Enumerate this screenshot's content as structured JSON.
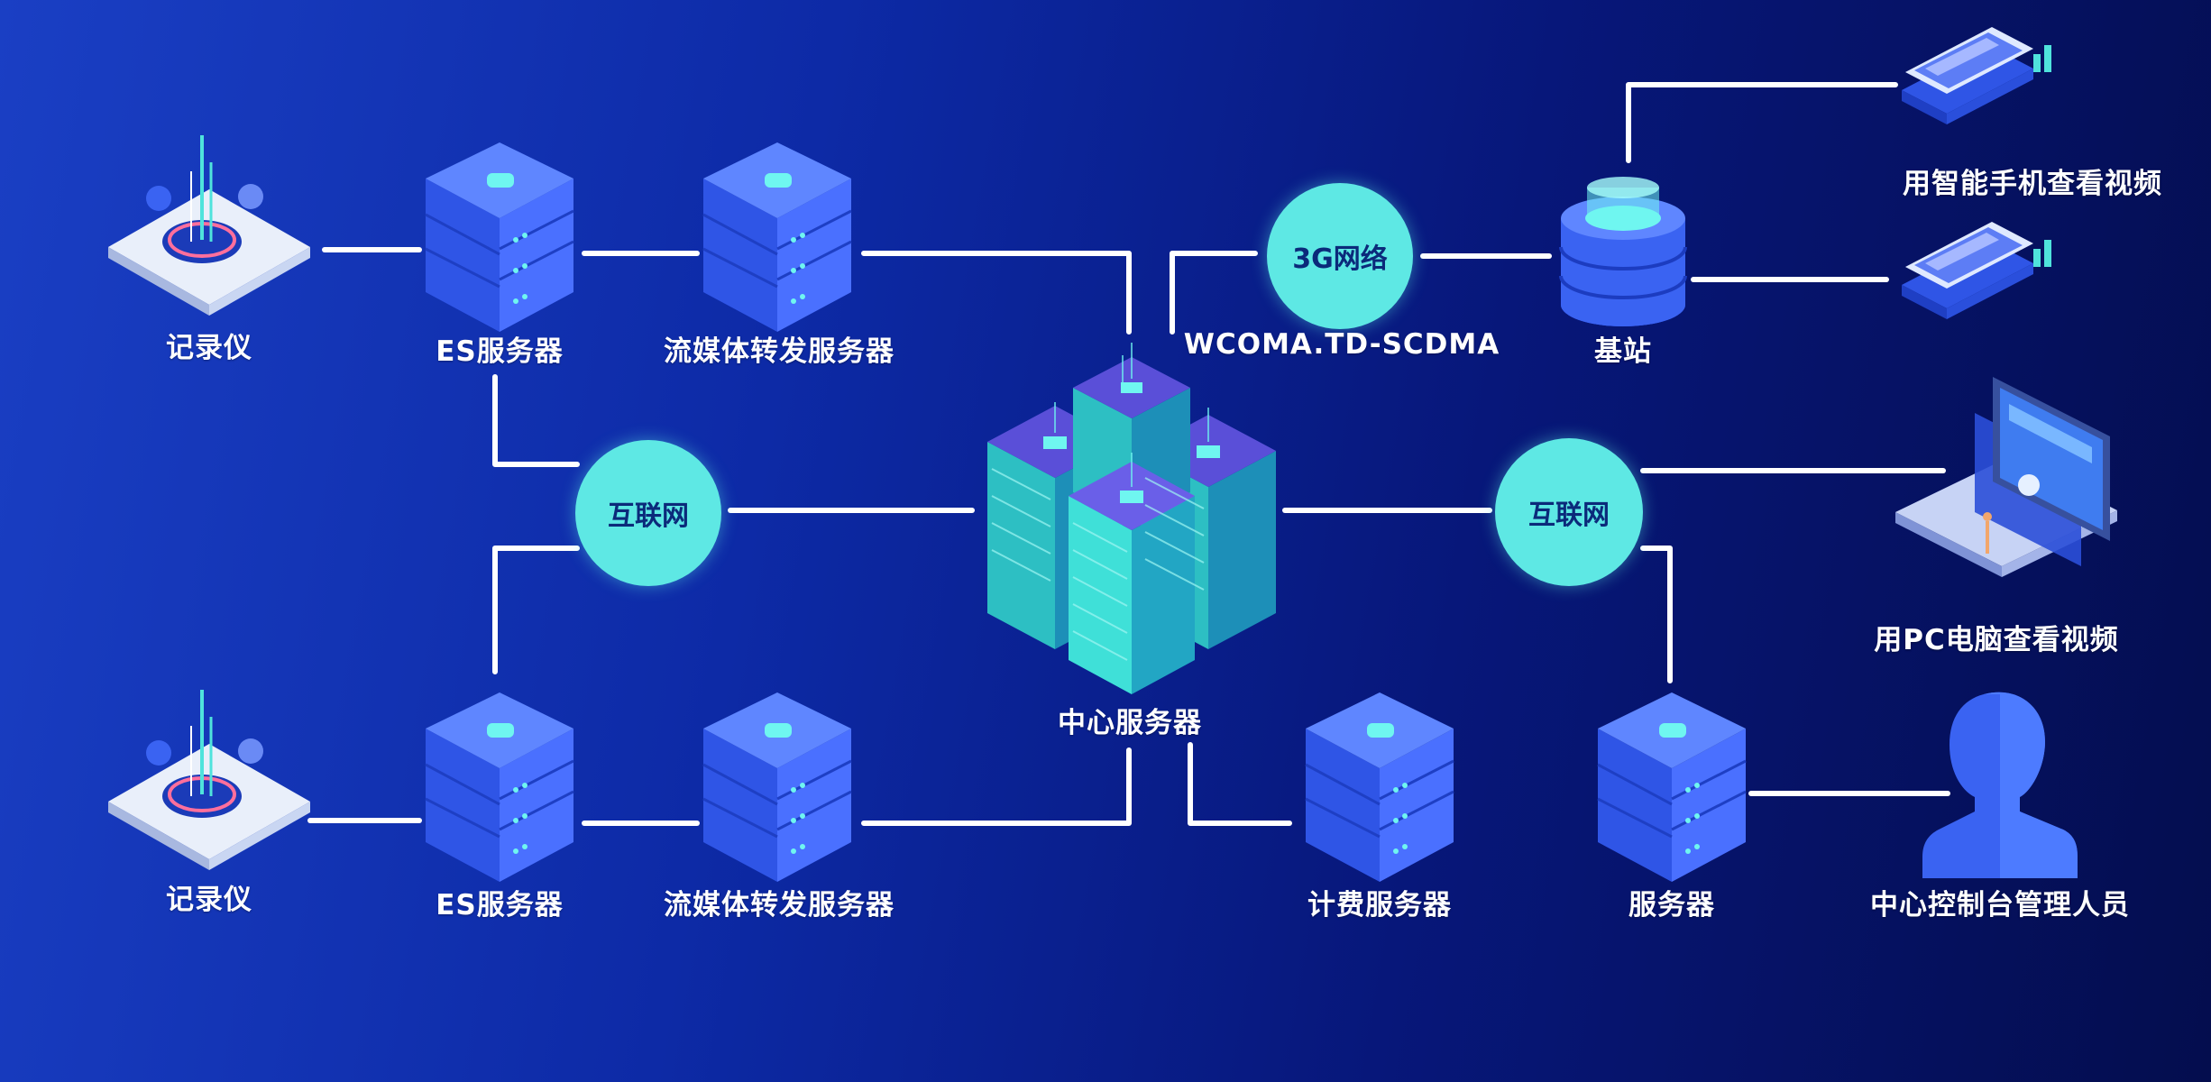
{
  "diagram": {
    "nodes": {
      "recorder_top": {
        "label": "记录仪",
        "icon": "recorder-icon"
      },
      "es_server_top": {
        "label": "ES服务器",
        "icon": "server-icon"
      },
      "stream_server_top": {
        "label": "流媒体转发服务器",
        "icon": "server-icon"
      },
      "recorder_bottom": {
        "label": "记录仪",
        "icon": "recorder-icon"
      },
      "es_server_bottom": {
        "label": "ES服务器",
        "icon": "server-icon"
      },
      "stream_server_bottom": {
        "label": "流媒体转发服务器",
        "icon": "server-icon"
      },
      "center_server": {
        "label": "中心服务器",
        "icon": "server-cluster-icon"
      },
      "billing_server": {
        "label": "计费服务器",
        "icon": "server-icon"
      },
      "server_right": {
        "label": "服务器",
        "icon": "server-icon"
      },
      "base_station": {
        "label": "基站",
        "icon": "database-icon"
      },
      "network_3g": {
        "label": "3G网络",
        "sublabel": "WCOMA.TD-SCDMA"
      },
      "internet_left": {
        "label": "互联网"
      },
      "internet_right": {
        "label": "互联网"
      },
      "phone_top": {
        "label": "用智能手机查看视频",
        "icon": "smartphone-icon"
      },
      "phone_bottom": {
        "icon": "smartphone-icon"
      },
      "pc": {
        "label": "用PC电脑查看视频",
        "icon": "laptop-icon"
      },
      "admin": {
        "label": "中心控制台管理人员",
        "icon": "person-icon"
      }
    },
    "colors": {
      "bg_start": "#1a3fc4",
      "bg_end": "#040d4e",
      "bubble": "#5ee8e4",
      "server_blue": "#3a63f2",
      "server_cyan": "#4fe3dc",
      "wire": "#ffffff"
    }
  }
}
